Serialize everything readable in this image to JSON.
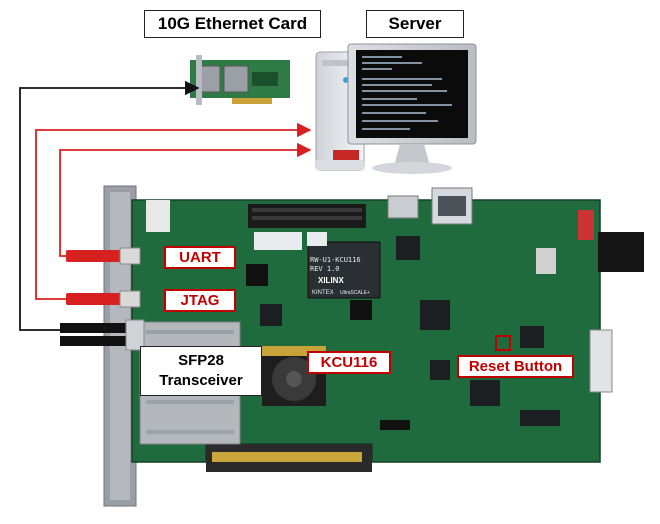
{
  "labels": {
    "ethernet_card": "10G Ethernet Card",
    "server": "Server",
    "uart": "UART",
    "jtag": "JTAG",
    "sfp_line1": "SFP28",
    "sfp_line2": "Transceiver",
    "kcu116": "KCU116",
    "reset_button": "Reset Button"
  },
  "board_text": {
    "model": "RW-U1-KCU116",
    "rev": "REV 1.0",
    "vendor": "XILINX",
    "family": "KINTEX",
    "family_sub": "UltraSCALE+"
  },
  "colors": {
    "pcb": "#1f6b3e",
    "callout_red": "#c00000",
    "cable_red": "#d92020",
    "cable_black": "#111111"
  }
}
